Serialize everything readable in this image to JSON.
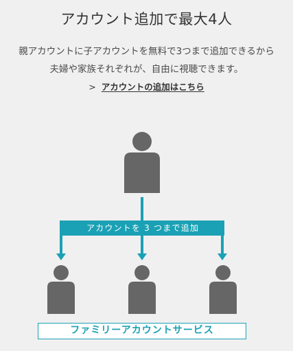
{
  "heading": "アカウント追加で最大4人",
  "description": {
    "line1": "親アカウントに子アカウントを無料で3つまで追加できるから",
    "line2": "夫婦や家族それぞれが、自由に視聴できます。"
  },
  "link": {
    "chevron": ">",
    "label": "アカウントの追加はこちら"
  },
  "diagram": {
    "banner_label": "アカウントを 3 つまで追加",
    "service_label": "ファミリーアカウントサービス",
    "colors": {
      "accent": "#1aa1b5",
      "person": "#666666",
      "background": "#f0f0f0"
    }
  }
}
